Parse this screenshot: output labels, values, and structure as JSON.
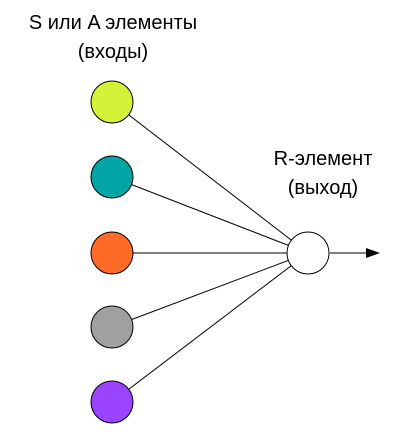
{
  "inputs": {
    "title_line1": "S или A элементы",
    "title_line2": "(входы)",
    "nodes": [
      {
        "color": "#d6f238"
      },
      {
        "color": "#00a5a5"
      },
      {
        "color": "#ff6a26"
      },
      {
        "color": "#a0a0a0"
      },
      {
        "color": "#9a44ff"
      }
    ]
  },
  "output": {
    "title_line1": "R-элемент",
    "title_line2": "(выход)",
    "color": "#ffffff"
  }
}
